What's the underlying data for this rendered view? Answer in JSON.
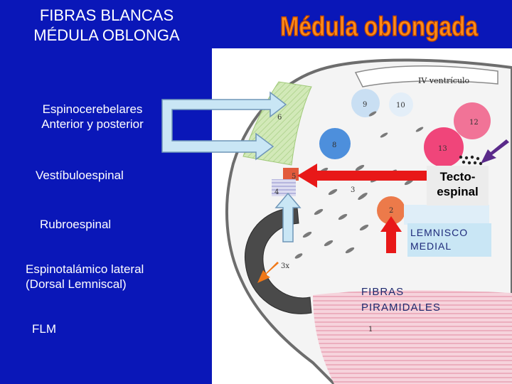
{
  "titles": {
    "left_line1": "FIBRAS BLANCAS",
    "left_line2": "MÉDULA OBLONGA",
    "right": "Médula oblongada"
  },
  "labels": {
    "espinocerebelares_line1": "Espinocerebelares",
    "espinocerebelares_line2": "Anterior y posterior",
    "vestibuloespinal": "Vestíbuloespinal",
    "rubroespinal": "Rubroespinal",
    "espinotalamico_line1": "Espinotalámico lateral",
    "espinotalamico_line2": "(Dorsal Lemniscal)",
    "flm": "FLM"
  },
  "diagram": {
    "ventricle_label": "IV ventrículo",
    "tecto_line1": "Tecto-",
    "tecto_line2": "espinal",
    "lemnisco_line1": "LEMNISCO",
    "lemnisco_line2": "MEDIAL",
    "fibras_line1": "FIBRAS",
    "fibras_line2": "PIRAMIDALES",
    "nuclei": {
      "n1": "1",
      "n2": "2",
      "n3": "3",
      "n3x": "3x",
      "n4": "4",
      "n5": "5",
      "n6": "6",
      "n8": "8",
      "n9": "9",
      "n10": "10",
      "n12": "12",
      "n13": "13"
    }
  },
  "colors": {
    "background": "#0a17b8",
    "title_orange": "#ff8c1a",
    "arrow_red": "#e81818",
    "arrow_blue_fill": "#c9e6f5",
    "arrow_purple": "#5a2a8a",
    "arrow_orange": "#f07818"
  }
}
